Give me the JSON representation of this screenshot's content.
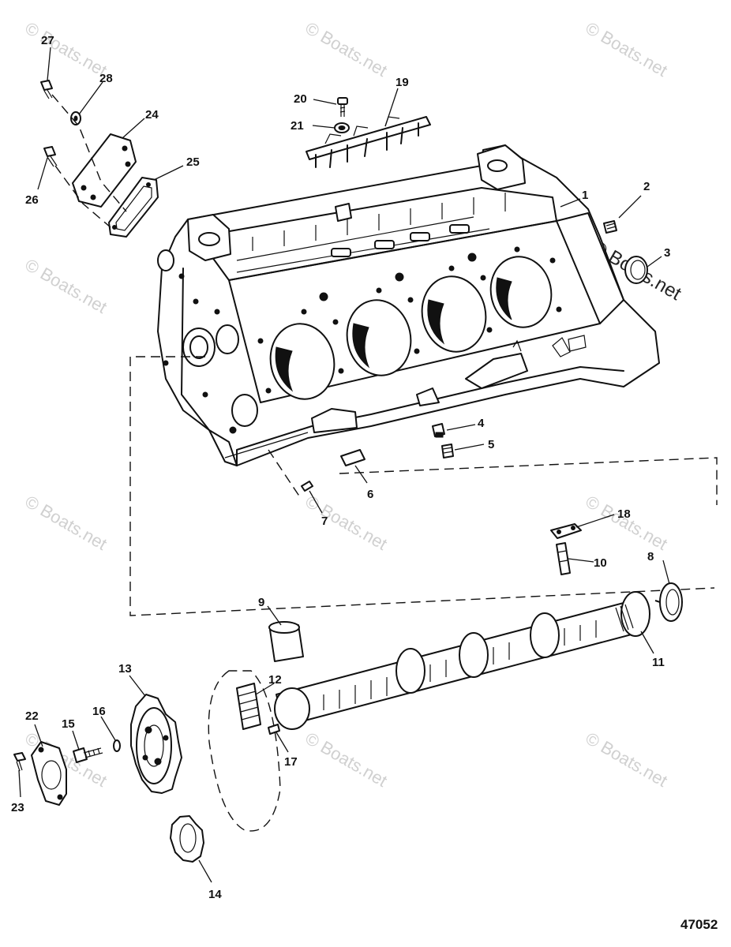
{
  "diagram_number": "47052",
  "watermarks": {
    "light": "© Boats.net",
    "dark": "© Boats.net"
  },
  "callouts": {
    "c1": "1",
    "c2": "2",
    "c3": "3",
    "c4": "4",
    "c5": "5",
    "c6": "6",
    "c7": "7",
    "c8": "8",
    "c9": "9",
    "c10": "10",
    "c11": "11",
    "c12": "12",
    "c13": "13",
    "c14": "14",
    "c15": "15",
    "c16": "16",
    "c17": "17",
    "c18": "18",
    "c19": "19",
    "c20": "20",
    "c21": "21",
    "c22": "22",
    "c23": "23",
    "c24": "24",
    "c25": "25",
    "c26": "26",
    "c27": "27",
    "c28": "28"
  }
}
